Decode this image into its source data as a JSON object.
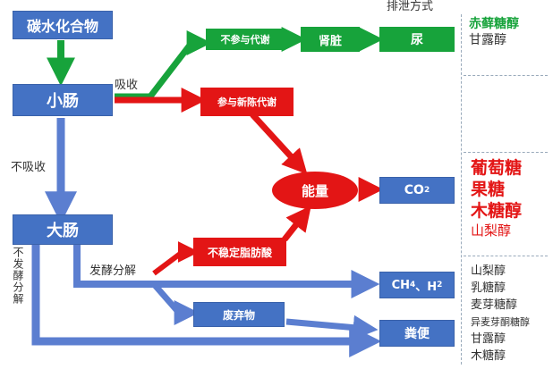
{
  "header": {
    "excretion_title": "排泄方式"
  },
  "nodes": {
    "carbohydrate": "碳水化合物",
    "small_intestine": "小肠",
    "large_intestine": "大肠",
    "not_metabolized": "不参与代谢",
    "stomach": "肾脏",
    "urine": "尿",
    "metabolized": "参与新陈代谢",
    "energy": "能量",
    "co2_text": "CO",
    "co2_sub": "2",
    "unstable_fatty_acid": "不稳定脂肪酸",
    "ch4_text": "CH",
    "ch4_sub": "4",
    "h2_text": "、H",
    "h2_sub": "2",
    "waste": "废弃物",
    "feces": "粪便"
  },
  "edge_labels": {
    "absorb": "吸收",
    "not_absorb": "不吸收",
    "ferment": "发酵分解",
    "no_ferment": "不发酵分解"
  },
  "sugar_lists": {
    "urine_group": [
      "赤藓糖醇",
      "甘露醇"
    ],
    "energy_group_bold": [
      "葡萄糖",
      "果糖",
      "木糖醇"
    ],
    "energy_group_normal": [
      "山梨醇"
    ],
    "feces_group": [
      "山梨醇",
      "乳糖醇",
      "麦芽糖醇",
      "异麦芽酮糖醇",
      "甘露醇",
      "木糖醇"
    ]
  },
  "colors": {
    "blue": "#4472c4",
    "green": "#17a33b",
    "red": "#e31515",
    "arrow_blue": "#5b7ed0"
  }
}
